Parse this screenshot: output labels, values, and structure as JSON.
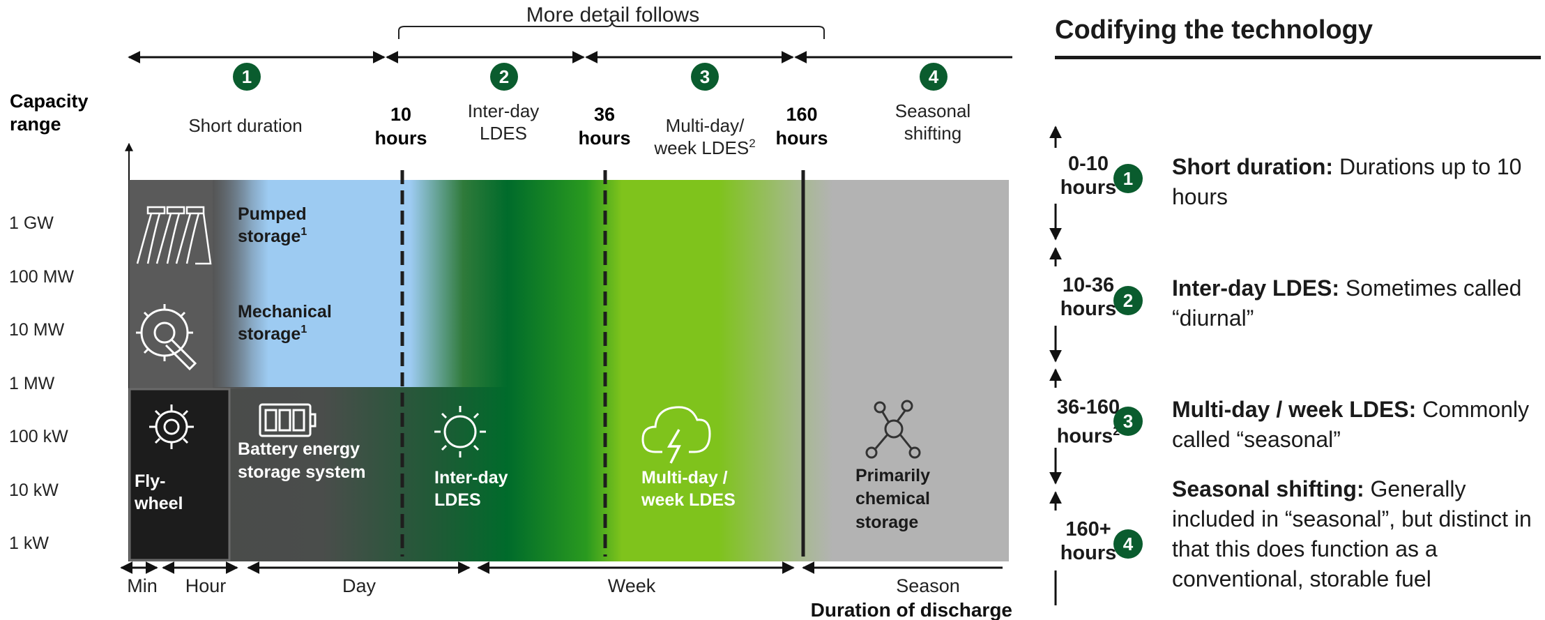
{
  "header": {
    "more_detail": "More detail follows"
  },
  "capacity_axis": {
    "title_line1": "Capacity",
    "title_line2": "range",
    "levels": [
      "1 GW",
      "100 MW",
      "10 MW",
      "1 MW",
      "100 kW",
      "10 kW",
      "1 kW"
    ]
  },
  "categories": [
    {
      "num": "1",
      "label_line1": "Short duration",
      "label_line2": ""
    },
    {
      "num": "2",
      "label_line1": "Inter-day",
      "label_line2": "LDES"
    },
    {
      "num": "3",
      "label_line1": "Multi-day/",
      "label_line2": "week LDES",
      "sup": "2"
    },
    {
      "num": "4",
      "label_line1": "Seasonal",
      "label_line2": "shifting"
    }
  ],
  "boundaries": [
    {
      "num": "10",
      "unit": "hours"
    },
    {
      "num": "36",
      "unit": "hours"
    },
    {
      "num": "160",
      "unit": "hours"
    }
  ],
  "technologies": {
    "pumped_line1": "Pumped",
    "pumped_line2": "storage",
    "pumped_sup": "1",
    "mech_line1": "Mechanical",
    "mech_line2": "storage",
    "mech_sup": "1",
    "fly_line1": "Fly-",
    "fly_line2": "wheel",
    "battery_line1": "Battery energy",
    "battery_line2": "storage system",
    "interday_line1": "Inter-day",
    "interday_line2": "LDES",
    "multiday_line1": "Multi-day /",
    "multiday_line2": "week LDES",
    "chem_line1": "Primarily",
    "chem_line2": "chemical",
    "chem_line3": "storage"
  },
  "time_axis": {
    "labels": [
      "Min",
      "Hour",
      "Day",
      "Week",
      "Season"
    ],
    "title": "Duration of discharge"
  },
  "side_panel": {
    "title": "Codifying the technology",
    "ranges": [
      {
        "line1": "0-10",
        "line2": "hours",
        "sup": ""
      },
      {
        "line1": "10-36",
        "line2": "hours",
        "sup": ""
      },
      {
        "line1": "36-160",
        "line2": "hours",
        "sup": "2"
      },
      {
        "line1": "160+",
        "line2": "hours",
        "sup": ""
      }
    ],
    "items": [
      {
        "num": "1",
        "bold": "Short duration:",
        "text": " Durations up to 10 hours"
      },
      {
        "num": "2",
        "bold": "Inter-day LDES:",
        "text": " Sometimes called “diurnal”"
      },
      {
        "num": "3",
        "bold": "Multi-day / week LDES:",
        "text": " Commonly called “seasonal”"
      },
      {
        "num": "4",
        "bold": "Seasonal shifting:",
        "text": " Generally included in “seasonal”, but distinct in that this does function as a conventional, storable fuel"
      }
    ]
  },
  "colors": {
    "dark_green": "#0a5c2e",
    "mid_green": "#006b2b",
    "light_green": "#7fc31c",
    "light_blue": "#9dcbf2",
    "grey_panel": "#b3b3b3",
    "dark_grey": "#4a4a4a",
    "flywheel_black": "#1c1c1c"
  }
}
